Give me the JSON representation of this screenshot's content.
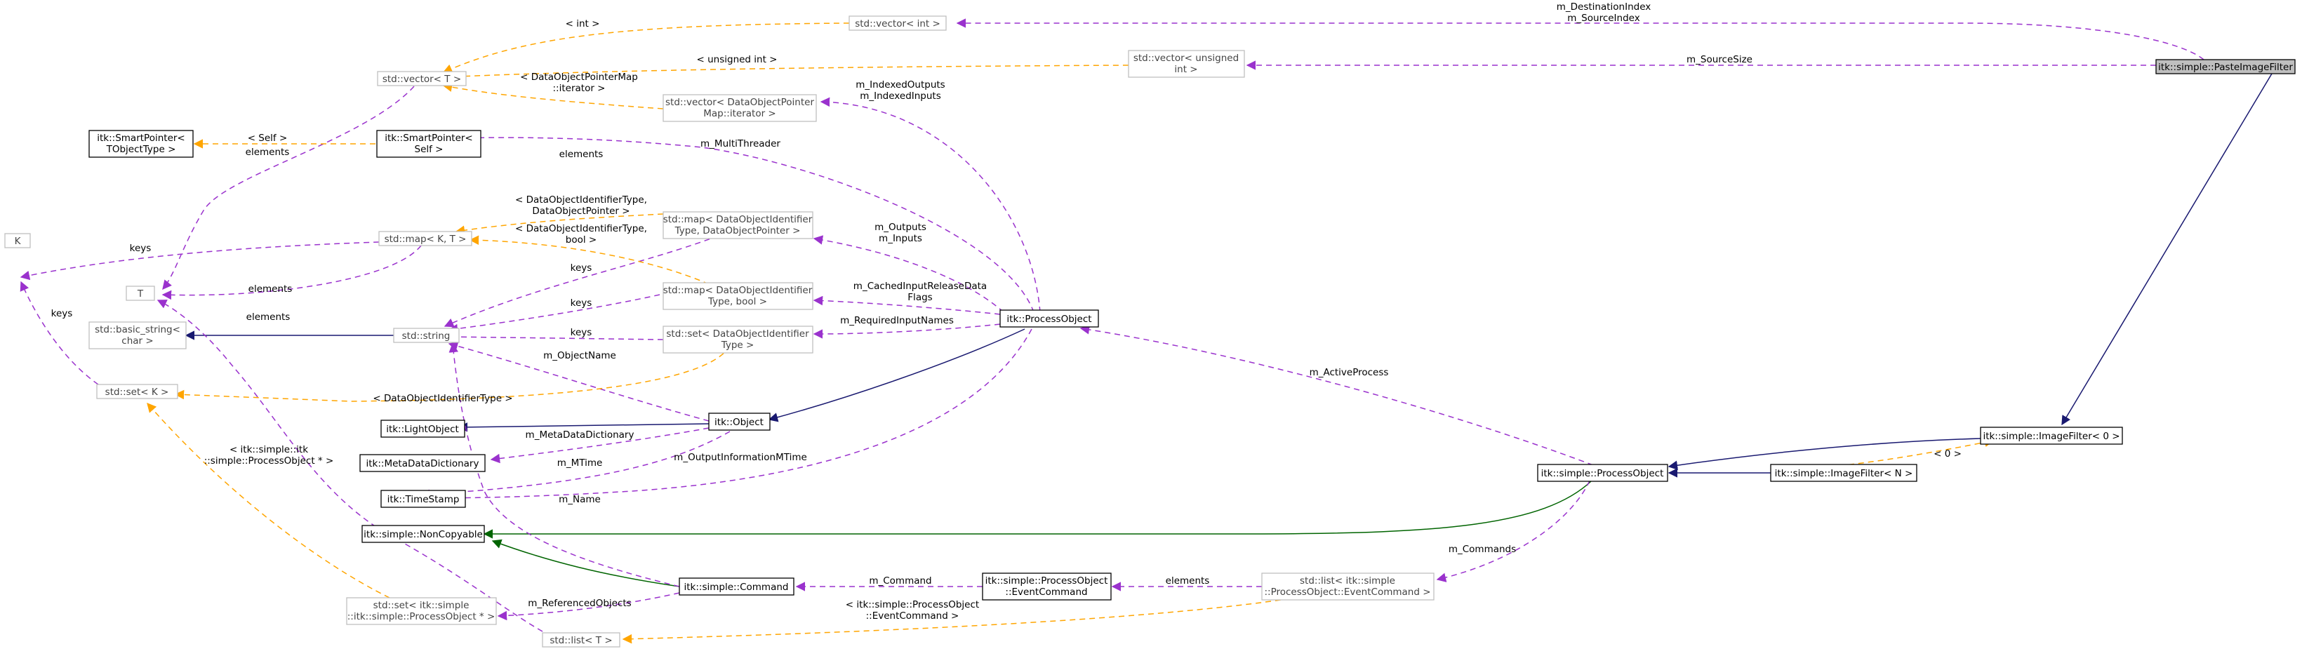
{
  "colors": {
    "inheritance": "#191970",
    "inheritance_public": "#006400",
    "member_usage": "#9a32cd",
    "template_instance": "#ffa500",
    "focus_fill": "#bfbfbf"
  },
  "nodes": {
    "paste_image_filter": "itk::simple::PasteImageFilter",
    "vector_int": "std::vector< int >",
    "vector_unsigned_1": "std::vector< unsigned",
    "vector_unsigned_2": "int >",
    "vector_t": "std::vector< T >",
    "vector_dop_1": "std::vector< DataObjectPointer",
    "vector_dop_2": "Map::iterator >",
    "smartptr_tobj_1": "itk::SmartPointer<",
    "smartptr_tobj_2": "TObjectType >",
    "smartptr_self_1": "itk::SmartPointer<",
    "smartptr_self_2": "Self >",
    "map_kt": "std::map< K, T >",
    "map_dop_1": "std::map< DataObjectIdentifier",
    "map_dop_2": "Type, DataObjectPointer >",
    "map_bool_1": "std::map< DataObjectIdentifier",
    "map_bool_2": "Type, bool >",
    "k": "K",
    "t": "T",
    "basic_string_1": "std::basic_string<",
    "basic_string_2": "char >",
    "string": "std::string",
    "set_doi_1": "std::set< DataObjectIdentifier",
    "set_doi_2": "Type >",
    "set_k": "std::set< K >",
    "process_object": "itk::ProcessObject",
    "light_object": "itk::LightObject",
    "object": "itk::Object",
    "meta_dict": "itk::MetaDataDictionary",
    "time_stamp": "itk::TimeStamp",
    "non_copyable": "itk::simple::NonCopyable",
    "command": "itk::simple::Command",
    "po_event_1": "itk::simple::ProcessObject",
    "po_event_2": "::EventCommand",
    "list_event_1": "std::list< itk::simple",
    "list_event_2": "::ProcessObject::EventCommand >",
    "set_po_1": "std::set< itk::simple",
    "set_po_2": "::itk::simple::ProcessObject * >",
    "list_t": "std::list< T >",
    "simple_po": "itk::simple::ProcessObject",
    "image_filter_n": "itk::simple::ImageFilter< N >",
    "image_filter_0": "itk::simple::ImageFilter< 0 >"
  },
  "labels": {
    "dest_index": "m_DestinationIndex",
    "source_index": "m_SourceIndex",
    "source_size": "m_SourceSize",
    "lt_int": "< int >",
    "lt_unsigned": "< unsigned int >",
    "lt_dopmap_1": "< DataObjectPointerMap",
    "lt_dopmap_2": "::iterator >",
    "indexed_outputs": "m_IndexedOutputs",
    "indexed_inputs": "m_IndexedInputs",
    "lt_self": "< Self >",
    "elements_smartptr": "elements",
    "multi_threader": "m_MultiThreader",
    "elements_self": "elements",
    "lt_doit_dop_1": "< DataObjectIdentifierType,",
    "lt_doit_dop_2": "DataObjectPointer >",
    "lt_doit_bool_1": "< DataObjectIdentifierType,",
    "lt_doit_bool_2": "bool >",
    "keys_k": "keys",
    "elements_map": "elements",
    "outputs": "m_Outputs",
    "inputs": "m_Inputs",
    "keys_map1": "keys",
    "cached_1": "m_CachedInputReleaseData",
    "cached_2": "Flags",
    "keys_map2": "keys",
    "required": "m_RequiredInputNames",
    "keys_set": "keys",
    "elements_t": "elements",
    "keys_setk": "keys",
    "object_name": "m_ObjectName",
    "lt_doit": "< DataObjectIdentifierType >",
    "active_process": "m_ActiveProcess",
    "lt_0": "< 0 >",
    "meta_dictionary": "m_MetaDataDictionary",
    "output_info": "m_OutputInformationMTime",
    "mtime": "m_MTime",
    "name": "m_Name",
    "lt_po_ptr_1": "< itk::simple::itk",
    "lt_po_ptr_2": "::simple::ProcessObject * >",
    "commands": "m_Commands",
    "command": "m_Command",
    "elements_list": "elements",
    "referenced": "m_ReferencedObjects",
    "lt_po_event_1": "< itk::simple::ProcessObject",
    "lt_po_event_2": "::EventCommand >"
  }
}
